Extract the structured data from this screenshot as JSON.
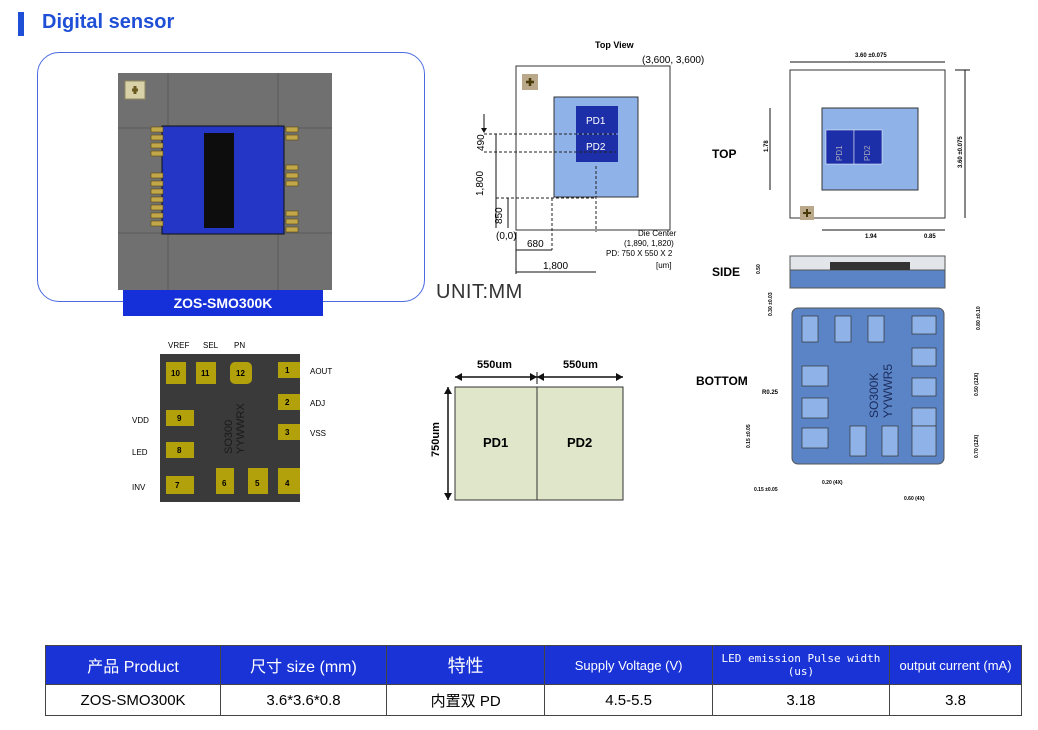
{
  "header": {
    "title": "Digital  sensor"
  },
  "photo": {
    "caption": "ZOS-SMO300K"
  },
  "unit_label": "UNIT:MM",
  "top_view": {
    "title": "Top View",
    "corner": "(3,600, 3,600)",
    "pd1": "PD1",
    "pd2": "PD2",
    "dim_490": "490",
    "dim_1800_v": "1,800",
    "dim_850": "850",
    "origin": "(0,0)",
    "dim_680": "680",
    "dim_1800_h": "1,800",
    "die_center_1": "Die Center",
    "die_center_2": "(1,890, 1,820)",
    "die_center_3": "PD: 750 X 550 X 2",
    "die_center_4": "[um]"
  },
  "pin_diagram": {
    "top_labels": [
      "VREF",
      "SEL",
      "PN"
    ],
    "left_labels": [
      "VDD",
      "LED",
      "INV"
    ],
    "right_labels": [
      "AOUT",
      "ADJ",
      "VSS"
    ],
    "pins": [
      "1",
      "2",
      "3",
      "4",
      "5",
      "6",
      "7",
      "8",
      "9",
      "10",
      "11",
      "12"
    ],
    "marking_1": "SO300",
    "marking_2": "YYWWRX"
  },
  "pd_diagram": {
    "w1": "550um",
    "w2": "550um",
    "h": "750um",
    "pd1": "PD1",
    "pd2": "PD2"
  },
  "package": {
    "top_label": "TOP",
    "side_label": "SIDE",
    "bottom_label": "BOTTOM",
    "dim_width": "3.60 ±0.075",
    "dim_height": "3.60 ±0.075",
    "dim_178": "1.78",
    "dim_194": "1.94",
    "dim_085": "0.85",
    "pd1": "PD1",
    "pd2": "PD2",
    "side_050": "0.50",
    "side_030": "0.30 ±0.03",
    "side_080": "0.80 ±0.10",
    "r025": "R0.25",
    "mark_1": "SO300K",
    "mark_2": "YYWWR5",
    "dim_050_12x": "0.50 (12X)",
    "dim_070_12x": "0.70 (12X)",
    "dim_015_v": "0.15 ±0.05",
    "dim_015_h": "0.15 ±0.05",
    "dim_020_4x": "0.20 (4X)",
    "dim_060_4x": "0.60 (4X)"
  },
  "table": {
    "headers": [
      "产品 Product",
      "尺寸 size (mm)",
      "特性",
      "Supply Voltage (V)",
      "LED emission Pulse width (us)",
      "output current (mA)"
    ],
    "rows": [
      [
        "ZOS-SMO300K",
        "3.6*3.6*0.8",
        "内置双 PD",
        "4.5-5.5",
        "3.18",
        "3.8"
      ]
    ]
  },
  "colors": {
    "accent": "#1f4fd6",
    "table_header": "#1a33d6",
    "pd_light": "#8fb3e8",
    "pd_dark": "#1d2fa8",
    "pad": "#b2a10a",
    "package_blue": "#5b84c7"
  }
}
